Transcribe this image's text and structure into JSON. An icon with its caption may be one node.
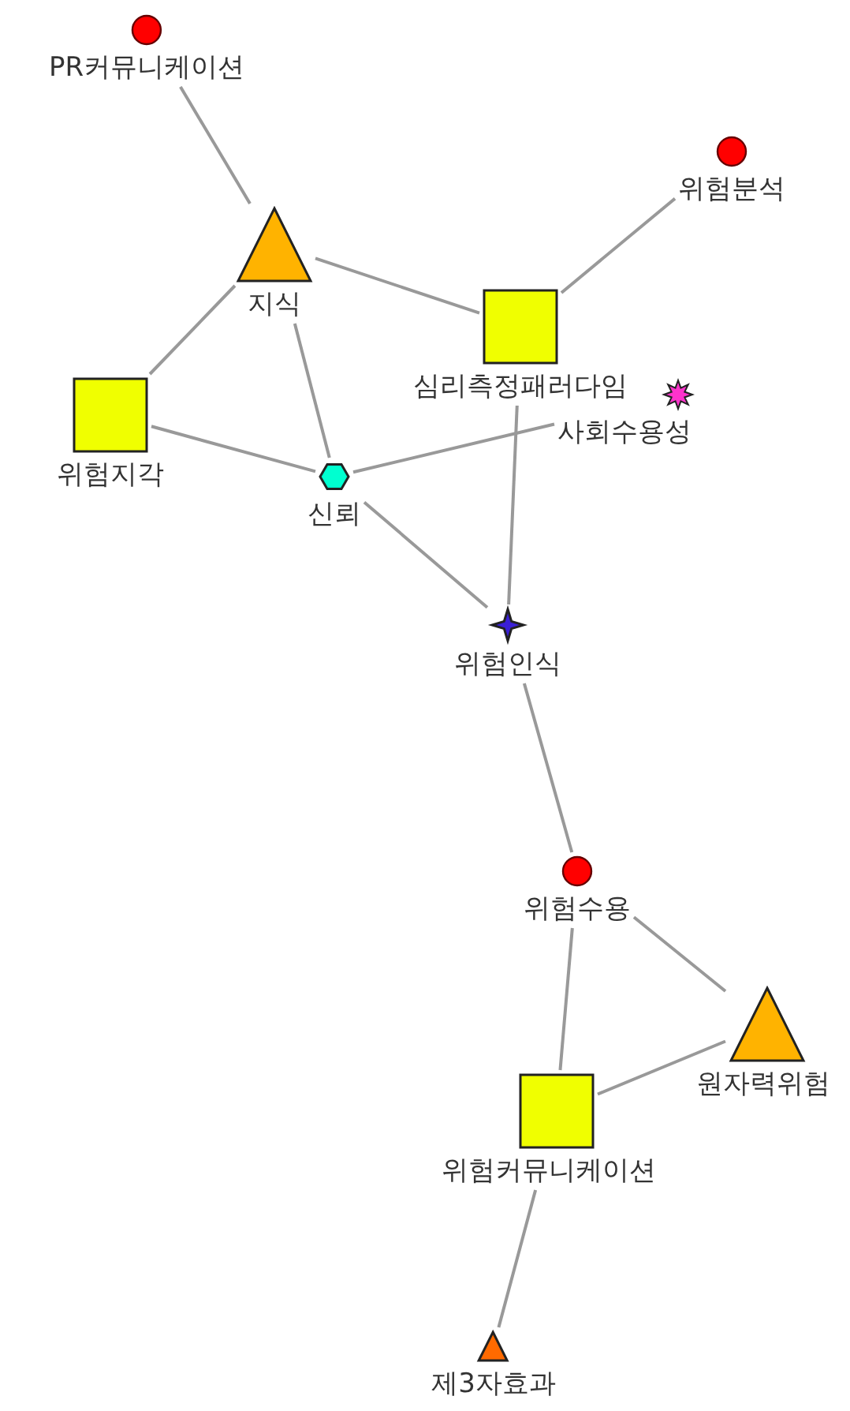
{
  "diagram": {
    "nodes": [
      {
        "text": [
          "PR커뮤니케이션"
        ]
      },
      {
        "text": [
          "지식"
        ]
      },
      {
        "text": [
          "위험분석"
        ]
      },
      {
        "text": [
          "심리측정패러다임"
        ]
      },
      {
        "text": [
          "위험지각"
        ]
      },
      {
        "text": [
          "사회수용성"
        ]
      },
      {
        "text": [
          "신뢰"
        ]
      },
      {
        "text": [
          "위험인식"
        ]
      },
      {
        "text": [
          "위험수용"
        ]
      },
      {
        "text": [
          "원자력위험"
        ]
      },
      {
        "text": [
          "위험커뮤니케이션"
        ]
      },
      {
        "text": [
          "제3자효과"
        ]
      }
    ],
    "edges": [
      {
        "from": 0,
        "to": 1,
        "arrow": "none"
      },
      {
        "from": 1,
        "to": 3,
        "arrow": "none"
      },
      {
        "from": 2,
        "to": 3,
        "arrow": "none"
      },
      {
        "from": 1,
        "to": 4,
        "arrow": "none"
      },
      {
        "from": 1,
        "to": 6,
        "arrow": "none"
      },
      {
        "from": 4,
        "to": 6,
        "arrow": "none"
      },
      {
        "from": 6,
        "to": 5,
        "arrow": "none"
      },
      {
        "from": 6,
        "to": 7,
        "arrow": "none"
      },
      {
        "from": 3,
        "to": 7,
        "arrow": "none"
      },
      {
        "from": 7,
        "to": 8,
        "arrow": "none"
      },
      {
        "from": 8,
        "to": 10,
        "arrow": "none"
      },
      {
        "from": 8,
        "to": 9,
        "arrow": "none"
      },
      {
        "from": 9,
        "to": 10,
        "arrow": "none"
      },
      {
        "from": 10,
        "to": 11,
        "arrow": "none"
      }
    ]
  }
}
